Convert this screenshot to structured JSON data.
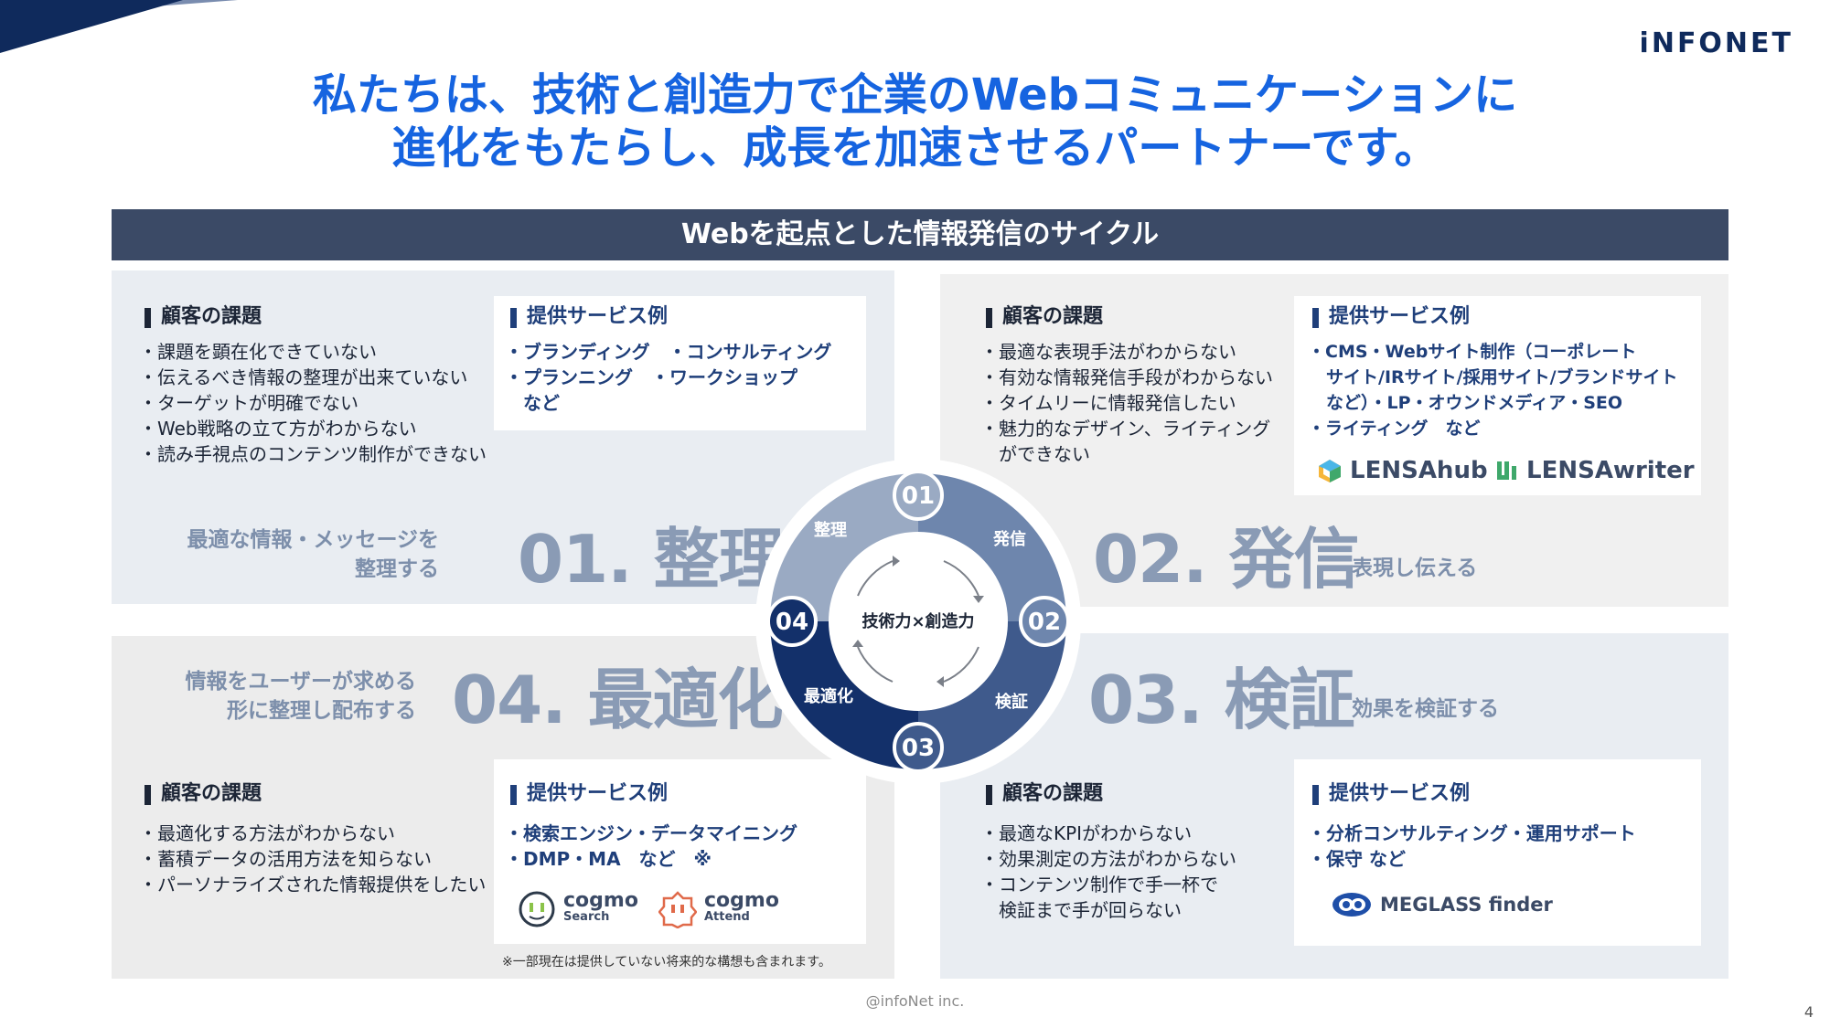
{
  "brand": "iNFONET",
  "headline": {
    "line1": "私たちは、技術と創造力で企業のWebコミュニケーションに",
    "line2": "進化をもたらし、成長を加速させるパートナーです。"
  },
  "section_title": "Webを起点とした情報発信のサイクル",
  "labels": {
    "issues": "顧客の課題",
    "services": "提供サービス例"
  },
  "q1": {
    "issues": [
      "課題を顕在化できていない",
      "伝えるべき情報の整理が出来ていない",
      "ターゲットが明確でない",
      "Web戦略の立て方がわからない",
      "読み手視点のコンテンツ制作ができない"
    ],
    "services": [
      "ブランディング　・コンサルティング",
      "プランニング　・ワークショップ",
      "など"
    ],
    "step": "01. 整理",
    "desc1": "最適な情報・メッセージを",
    "desc2": "整理する"
  },
  "q2": {
    "issues": [
      "最適な表現手法がわからない",
      "有効な情報発信手段がわからない",
      "タイムリーに情報発信したい",
      "魅力的なデザイン、ライティング",
      "ができない"
    ],
    "services": [
      "CMS・Webサイト制作（コーポレート",
      "サイト/IRサイト/採用サイト/ブランドサイト",
      "など）・LP・オウンドメディア・SEO",
      "ライティング　など"
    ],
    "step": "02. 発信",
    "desc": "表現し伝える",
    "logo1": "LENSAhub",
    "logo2": "LENSAwriter"
  },
  "q3": {
    "issues": [
      "最適なKPIがわからない",
      "効果測定の方法がわからない",
      "コンテンツ制作で手一杯で",
      "検証まで手が回らない"
    ],
    "services": [
      "分析コンサルティング・運用サポート",
      "保守 など"
    ],
    "step": "03. 検証",
    "desc": "効果を検証する",
    "logo": "MEGLASS finder"
  },
  "q4": {
    "issues": [
      "最適化する方法がわからない",
      "蓄積データの活用方法を知らない",
      "パーソナライズされた情報提供をしたい"
    ],
    "services": [
      "検索エンジン・データマイニング",
      "DMP・MA　など　※"
    ],
    "step": "04. 最適化",
    "desc1": "情報をユーザーが求める",
    "desc2": "形に整理し配布する",
    "logo1_name": "cogmo",
    "logo1_sub": "Search",
    "logo2_name": "cogmo",
    "logo2_sub": "Attend",
    "note": "※一部現在は提供していない将来的な構想も含まれます。"
  },
  "cycle": {
    "center": "技術力×創造力",
    "n01": "01",
    "n02": "02",
    "n03": "03",
    "n04": "04",
    "seg1": "整理",
    "seg2": "発信",
    "seg3": "検証",
    "seg4": "最適化",
    "colors": [
      "#9aaac3",
      "#6e86ad",
      "#3f5a8c",
      "#13306a"
    ]
  },
  "footer": "@infoNet inc.",
  "page": "4"
}
